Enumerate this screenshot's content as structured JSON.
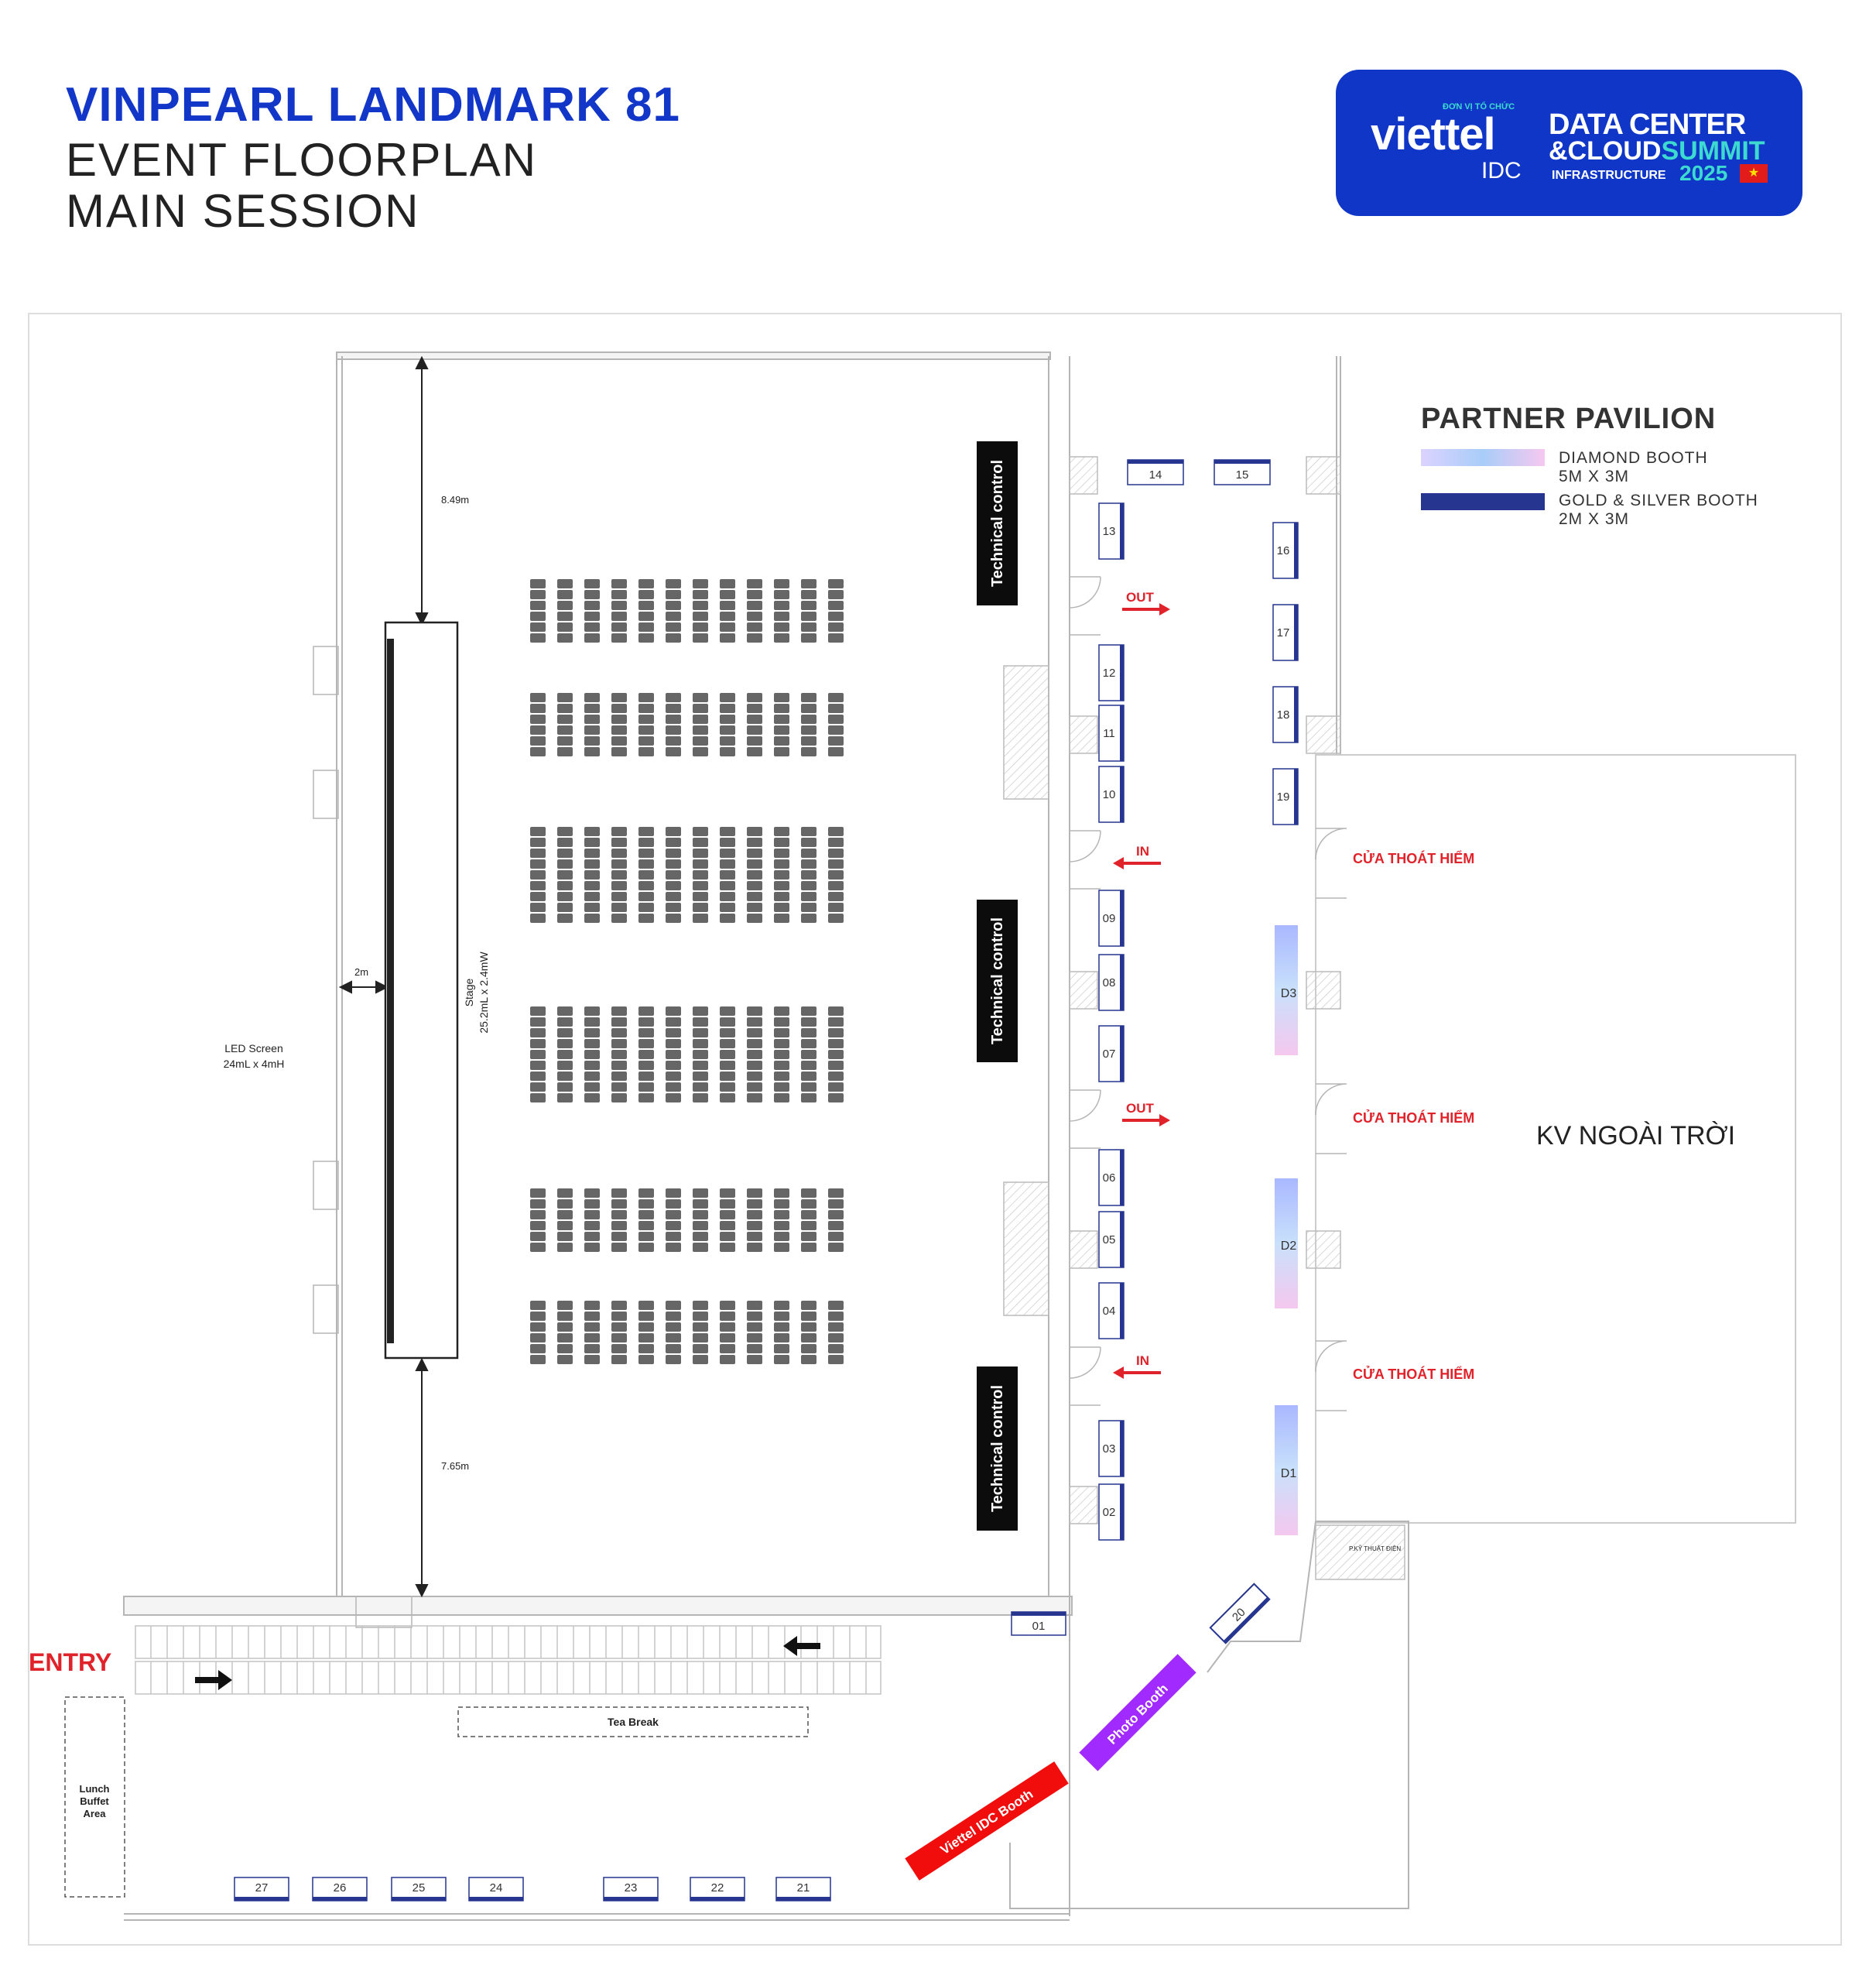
{
  "header": {
    "venue": "VINPEARL LANDMARK 81",
    "subtitle": "EVENT FLOORPLAN",
    "session": "MAIN SESSION"
  },
  "logo": {
    "organizer_label": "ĐƠN VỊ TỔ CHỨC",
    "brand": "viettel",
    "brand_sub": "IDC",
    "event_line1": "DATA CENTER",
    "event_line2_a": "&CLOUD",
    "event_line2_b": "SUMMIT",
    "event_line3": "INFRASTRUCTURE",
    "year": "2025",
    "colors": {
      "background": "#1036c8",
      "accent": "#3ddad0"
    }
  },
  "legend": {
    "title": "PARTNER PAVILION",
    "diamond": {
      "name": "DIAMOND BOOTH",
      "size": "5M X 3M"
    },
    "gold_silver": {
      "name": "GOLD & SILVER BOOTH",
      "size": "2M X 3M"
    }
  },
  "hall": {
    "led_screen": {
      "name": "LED Screen",
      "size": "24mL x 4mH"
    },
    "stage": {
      "name": "Stage",
      "size": "25.2mL x 2.4mW"
    },
    "dimensions": {
      "top": "8.49m",
      "bottom": "7.65m",
      "side": "2m"
    },
    "technical_control": "Technical control"
  },
  "flow": {
    "out": "OUT",
    "in": "IN",
    "entry": "ENTRY"
  },
  "areas": {
    "emergency_exit": "CỬA THOÁT HIỂM",
    "outdoor": "KV NGOÀI TRỜI",
    "technical_room": "P.KỸ THUẬT ĐIỆN",
    "tea_break": "Tea Break",
    "lunch_l1": "Lunch",
    "lunch_l2": "Buffet",
    "lunch_l3": "Area",
    "photo_booth": "Photo Booth",
    "viettel_booth": "Viettel IDC Booth"
  },
  "booths": {
    "b01": "01",
    "b02": "02",
    "b03": "03",
    "b04": "04",
    "b05": "05",
    "b06": "06",
    "b07": "07",
    "b08": "08",
    "b09": "09",
    "b10": "10",
    "b11": "11",
    "b12": "12",
    "b13": "13",
    "b14": "14",
    "b15": "15",
    "b16": "16",
    "b17": "17",
    "b18": "18",
    "b19": "19",
    "b20": "20",
    "b21": "21",
    "b22": "22",
    "b23": "23",
    "b24": "24",
    "b25": "25",
    "b26": "26",
    "b27": "27",
    "d1": "D1",
    "d2": "D2",
    "d3": "D3"
  },
  "colors": {
    "booth_stripe": "#26358f",
    "flow_red": "#e0232b",
    "photo_booth": "#a02aff",
    "viettel_booth": "#f20d0d",
    "seat": "#666666"
  }
}
